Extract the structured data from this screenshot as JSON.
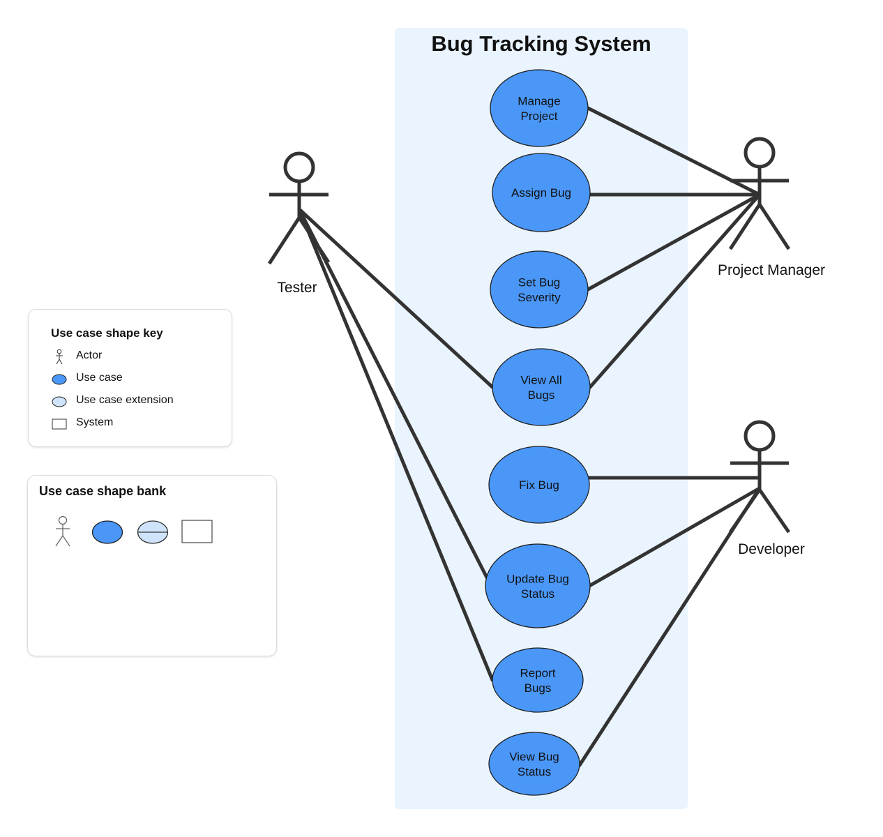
{
  "system": {
    "title": "Bug Tracking System"
  },
  "actors": [
    {
      "id": "tester",
      "label": "Tester"
    },
    {
      "id": "pm",
      "label": "Project Manager"
    },
    {
      "id": "dev",
      "label": "Developer"
    }
  ],
  "use_cases": [
    {
      "id": "manage",
      "lines": [
        "Manage",
        "Project"
      ]
    },
    {
      "id": "assign",
      "lines": [
        "Assign Bug"
      ]
    },
    {
      "id": "severity",
      "lines": [
        "Set Bug",
        "Severity"
      ]
    },
    {
      "id": "viewall",
      "lines": [
        "View All",
        "Bugs"
      ]
    },
    {
      "id": "fix",
      "lines": [
        "Fix Bug"
      ]
    },
    {
      "id": "update",
      "lines": [
        "Update Bug",
        "Status"
      ]
    },
    {
      "id": "report",
      "lines": [
        "Report",
        "Bugs"
      ]
    },
    {
      "id": "viewstatus",
      "lines": [
        "View Bug",
        "Status"
      ]
    }
  ],
  "associations": [
    [
      "pm",
      "manage"
    ],
    [
      "pm",
      "assign"
    ],
    [
      "pm",
      "severity"
    ],
    [
      "pm",
      "viewall"
    ],
    [
      "tester",
      "viewall"
    ],
    [
      "tester",
      "update"
    ],
    [
      "tester",
      "report"
    ],
    [
      "dev",
      "fix"
    ],
    [
      "dev",
      "update"
    ],
    [
      "dev",
      "viewstatus"
    ]
  ],
  "shape_key": {
    "title": "Use case shape key",
    "items": [
      {
        "icon": "actor-icon",
        "label": "Actor"
      },
      {
        "icon": "use-case-icon",
        "label": "Use case"
      },
      {
        "icon": "use-case-extension-icon",
        "label": "Use case extension"
      },
      {
        "icon": "system-icon",
        "label": "System"
      }
    ]
  },
  "shape_bank": {
    "title": "Use case shape bank",
    "shapes": [
      "actor-icon",
      "use-case-icon",
      "use-case-extension-icon",
      "system-icon"
    ]
  },
  "colors": {
    "system_fill": "#eaf4fe",
    "use_case_fill": "#4a97f8",
    "use_case_extension_fill": "#cfe3fb",
    "line": "#333333"
  }
}
